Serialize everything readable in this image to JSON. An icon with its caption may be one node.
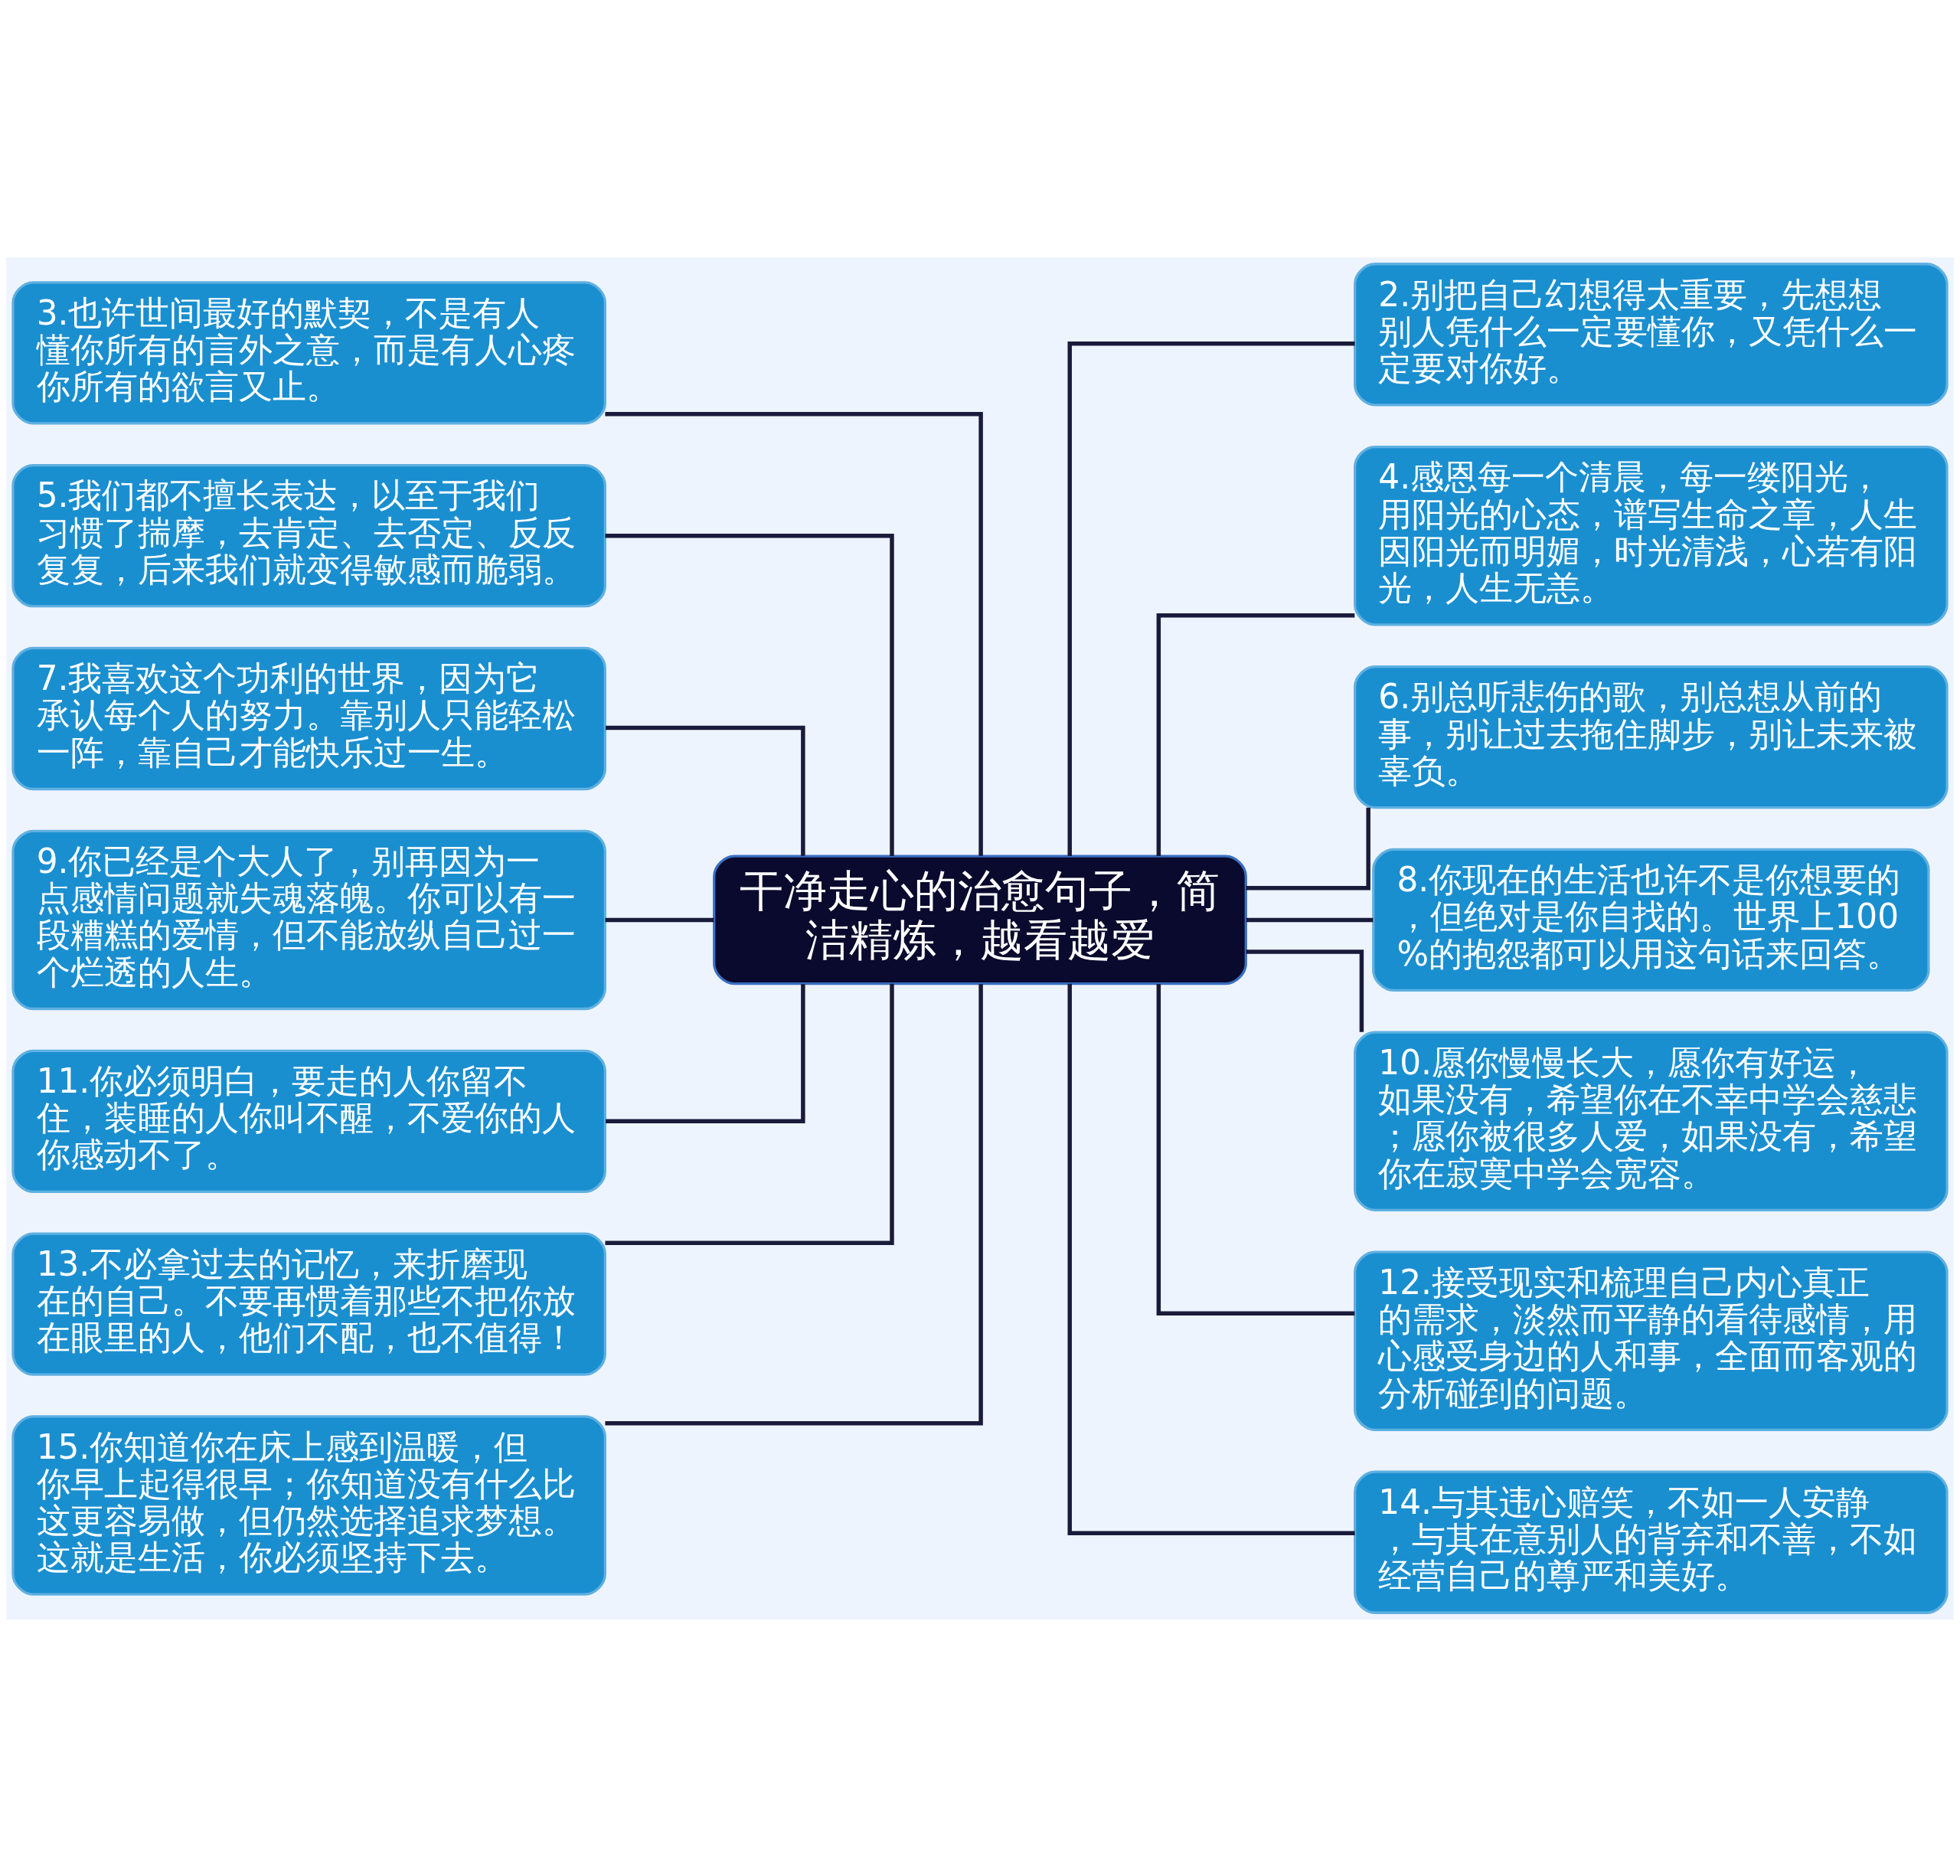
{
  "diagram": {
    "nodes": [
      {
        "text": [
          "干净走心的治愈句子，简洁精炼，越看越爱"
        ]
      },
      {
        "text": [
          "3.也许世间最好的默契，不是有人懂你所有的言外之意，而是有人心疼你所有的欲言又止。"
        ]
      },
      {
        "text": [
          "5.我们都不擅长表达，以至于我们习惯了揣摩，去肯定、去否定、反反复复，后来我们就变得敏感而脆弱。"
        ]
      },
      {
        "text": [
          "7.我喜欢这个功利的世界，因为它承认每个人的努力。靠别人只能轻松一阵，靠自己才能快乐过一生。"
        ]
      },
      {
        "text": [
          "9.你已经是个大人了，别再因为一点感情问题就失魂落魄。你可以有一段糟糕的爱情，但不能放纵自己过一个烂透的人生。"
        ]
      },
      {
        "text": [
          "11.你必须明白，要走的人你留不住，装睡的人你叫不醒，不爱你的人你感动不了。"
        ]
      },
      {
        "text": [
          "13.不必拿过去的记忆，来折磨现在的自己。不要再惯着那些不把你放在眼里的人，他们不配，也不值得！"
        ]
      },
      {
        "text": [
          "15.你知道你在床上感到温暖，但你早上起得很早；你知道没有什么比这更容易做，但仍然选择追求梦想。这就是生活，你必须坚持下去。"
        ]
      },
      {
        "text": [
          "2.别把自己幻想得太重要，先想想别人凭什么一定要懂你，又凭什么一定要对你好。"
        ]
      },
      {
        "text": [
          "4.感恩每一个清晨，每一缕阳光，用阳光的心态，谱写生命之章，人生因阳光而明媚，时光清浅，心若有阳光，人生无恙。"
        ]
      },
      {
        "text": [
          "6.别总听悲伤的歌，别总想从前的事，别让过去拖住脚步，别让未来被辜负。"
        ]
      },
      {
        "text": [
          "8.你现在的生活也许不是你想要的，但绝对是你自找的。世界上100%的抱怨都可以用这句话来回答。"
        ]
      },
      {
        "text": [
          "10.愿你慢慢长大，愿你有好运，如果没有，希望你在不幸中学会慈悲；愿你被很多人爱，如果没有，希望你在寂寞中学会宽容。"
        ]
      },
      {
        "text": [
          "12.接受现实和梳理自己内心真正的需求，淡然而平静的看待感情，用心感受身边的人和事，全面而客观的分析碰到的问题。"
        ]
      },
      {
        "text": [
          "14.与其违心赔笑，不如一人安静，与其在意别人的背弃和不善，不如经营自己的尊严和美好。"
        ]
      }
    ],
    "edges": [
      {
        "from": 0,
        "to": 1,
        "arrow": "none"
      },
      {
        "from": 0,
        "to": 2,
        "arrow": "none"
      },
      {
        "from": 0,
        "to": 3,
        "arrow": "none"
      },
      {
        "from": 0,
        "to": 4,
        "arrow": "none"
      },
      {
        "from": 0,
        "to": 5,
        "arrow": "none"
      },
      {
        "from": 0,
        "to": 6,
        "arrow": "none"
      },
      {
        "from": 0,
        "to": 7,
        "arrow": "none"
      },
      {
        "from": 0,
        "to": 8,
        "arrow": "none"
      },
      {
        "from": 0,
        "to": 9,
        "arrow": "none"
      },
      {
        "from": 0,
        "to": 10,
        "arrow": "none"
      },
      {
        "from": 0,
        "to": 11,
        "arrow": "none"
      },
      {
        "from": 0,
        "to": 12,
        "arrow": "none"
      },
      {
        "from": 0,
        "to": 13,
        "arrow": "none"
      },
      {
        "from": 0,
        "to": 14,
        "arrow": "none"
      }
    ]
  }
}
